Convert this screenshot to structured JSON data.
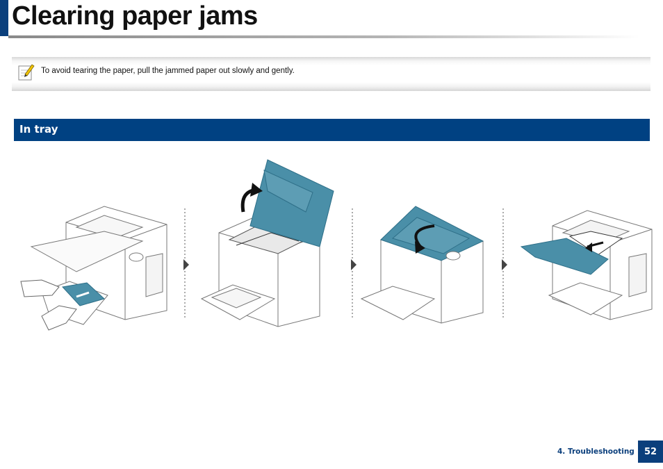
{
  "page": {
    "title": "Clearing paper jams"
  },
  "note": {
    "icon": "note-pencil-icon",
    "text": "To avoid tearing the paper, pull the jammed paper out slowly and gently."
  },
  "section": {
    "title": "In tray"
  },
  "steps": [
    {
      "icon": "printer-pull-paper-from-tray-icon"
    },
    {
      "icon": "printer-open-top-cover-icon"
    },
    {
      "icon": "printer-close-top-cover-icon"
    },
    {
      "icon": "printer-remove-paper-from-output-icon"
    }
  ],
  "footer": {
    "chapter": "4.  Troubleshooting",
    "page_number": "52"
  },
  "colors": {
    "brand_blue": "#004182",
    "accent_teal": "#4a8fa8"
  }
}
